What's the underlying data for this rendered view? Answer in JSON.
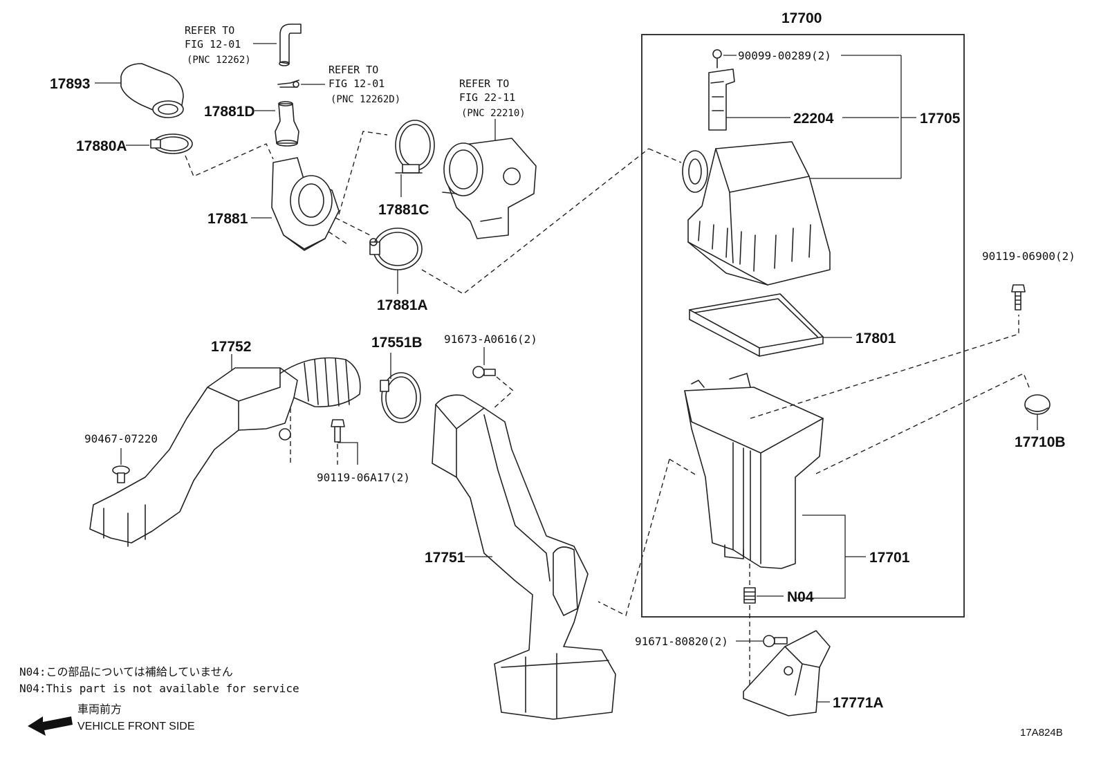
{
  "part_labels": {
    "p17700": "17700",
    "p17705": "17705",
    "p22204": "22204",
    "p17801": "17801",
    "p17701": "17701",
    "pN04": "N04",
    "p17771A": "17771A",
    "p17710B": "17710B",
    "p17893": "17893",
    "p17881D": "17881D",
    "p17880A": "17880A",
    "p17881": "17881",
    "p17881C": "17881C",
    "p17881A": "17881A",
    "p17752": "17752",
    "p17551B": "17551B",
    "p17751": "17751"
  },
  "bolt_labels": {
    "b90099": "90099-00289(2)",
    "b90119_06900": "90119-06900(2)",
    "b91673": "91673-A0616(2)",
    "b90467": "90467-07220",
    "b90119_06A17": "90119-06A17(2)",
    "b91671": "91671-80820(2)"
  },
  "references": {
    "r1_line1": "REFER TO",
    "r1_line2": "FIG 12-01",
    "r1_line3": "(PNC 12262)",
    "r2_line1": "REFER TO",
    "r2_line2": "FIG 12-01",
    "r2_line3": "(PNC 12262D)",
    "r3_line1": "REFER TO",
    "r3_line2": "FIG 22-11",
    "r3_line3": "(PNC 22210)"
  },
  "notes": {
    "n04_jp": "N04:この部品については補給していません",
    "n04_en": "N04:This part is not available for service",
    "front_jp": "車両前方",
    "front_en": "VEHICLE FRONT SIDE"
  },
  "figure_code": "17A824B"
}
